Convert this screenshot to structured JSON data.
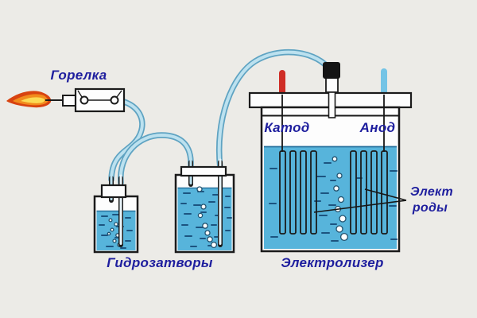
{
  "labels": {
    "burner": "Горелка",
    "water_seals": "Гидрозатворы",
    "electrolyzer": "Электролизер",
    "cathode": "Катод",
    "anode": "Анод",
    "electrodes_line1": "Элект",
    "electrodes_line2": "роды"
  },
  "colors": {
    "background": "#ecebe7",
    "water": "#57b4db",
    "water-dash": "#1c5480",
    "label-text": "#1e1e9e",
    "outline": "#1b1b1b",
    "tube-outline": "#5fa3c2",
    "tube-fill": "#bce1ef",
    "inner-tube": "#e9f4fa",
    "vessel-fill": "#fdfdfd",
    "bubble": "#ffffff",
    "cathode-terminal": "#cf2d26",
    "anode-terminal": "#74c4e6",
    "gas-cap": "#141414",
    "flame-outer": "#d84310",
    "flame-mid": "#f28b1d",
    "flame-core": "#fbda55"
  }
}
